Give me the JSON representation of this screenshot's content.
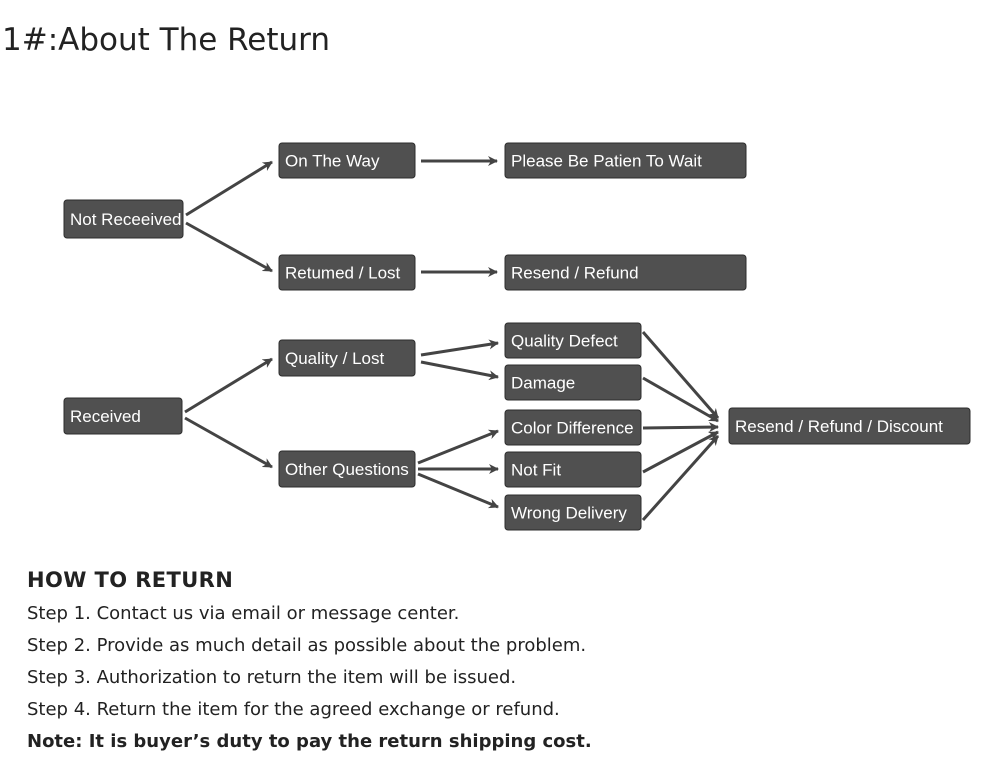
{
  "title": "1#:About The Return",
  "diagram": {
    "nodes": [
      {
        "id": "not-received",
        "label": "Not Receeived"
      },
      {
        "id": "on-the-way",
        "label": "On The Way"
      },
      {
        "id": "returned-lost",
        "label": "Retumed / Lost"
      },
      {
        "id": "please-wait",
        "label": "Please Be Patien To Wait"
      },
      {
        "id": "resend-refund",
        "label": "Resend / Refund"
      },
      {
        "id": "received",
        "label": "Received"
      },
      {
        "id": "quality-lost",
        "label": "Quality / Lost"
      },
      {
        "id": "other-questions",
        "label": "Other Questions"
      },
      {
        "id": "quality-defect",
        "label": "Quality Defect"
      },
      {
        "id": "damage",
        "label": "Damage"
      },
      {
        "id": "color-difference",
        "label": "Color Difference"
      },
      {
        "id": "not-fit",
        "label": "Not Fit"
      },
      {
        "id": "wrong-delivery",
        "label": "Wrong Delivery"
      },
      {
        "id": "resend-refund-discount",
        "label": "Resend / Refund / Discount"
      }
    ],
    "edges": [
      [
        "not-received",
        "on-the-way"
      ],
      [
        "not-received",
        "returned-lost"
      ],
      [
        "on-the-way",
        "please-wait"
      ],
      [
        "returned-lost",
        "resend-refund"
      ],
      [
        "received",
        "quality-lost"
      ],
      [
        "received",
        "other-questions"
      ],
      [
        "quality-lost",
        "quality-defect"
      ],
      [
        "quality-lost",
        "damage"
      ],
      [
        "other-questions",
        "color-difference"
      ],
      [
        "other-questions",
        "not-fit"
      ],
      [
        "other-questions",
        "wrong-delivery"
      ],
      [
        "quality-defect",
        "resend-refund-discount"
      ],
      [
        "damage",
        "resend-refund-discount"
      ],
      [
        "color-difference",
        "resend-refund-discount"
      ],
      [
        "not-fit",
        "resend-refund-discount"
      ],
      [
        "wrong-delivery",
        "resend-refund-discount"
      ]
    ]
  },
  "how_to_return": {
    "heading": "HOW TO RETURN",
    "steps": [
      "Step 1. Contact us via email or message center.",
      "Step 2. Provide as much detail as possible about the problem.",
      "Step 3. Authorization to return the item will be issued.",
      "Step 4. Return the item for the agreed exchange or refund."
    ],
    "note": "Note: It is buyer’s duty to pay the return shipping cost."
  }
}
